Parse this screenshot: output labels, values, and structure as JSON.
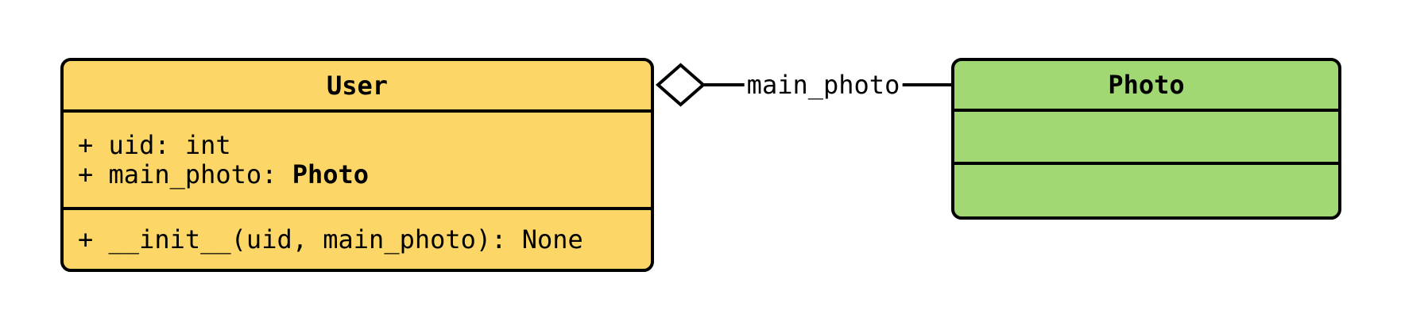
{
  "uml": {
    "classes": [
      {
        "name": "User",
        "fill": "#FCD666",
        "attributes": [
          {
            "prefix": "+ uid: int",
            "bold": ""
          },
          {
            "prefix": "+ main_photo: ",
            "bold": "Photo"
          }
        ],
        "methods": [
          "+ __init__(uid, main_photo): None"
        ]
      },
      {
        "name": "Photo",
        "fill": "#A2D873",
        "attributes": [],
        "methods": []
      }
    ],
    "relation": {
      "label": "main_photo",
      "kind": "aggregation",
      "diamond_side": "User",
      "stroke_color": "#000000",
      "diamond_fill": "#FFFFFF"
    }
  }
}
